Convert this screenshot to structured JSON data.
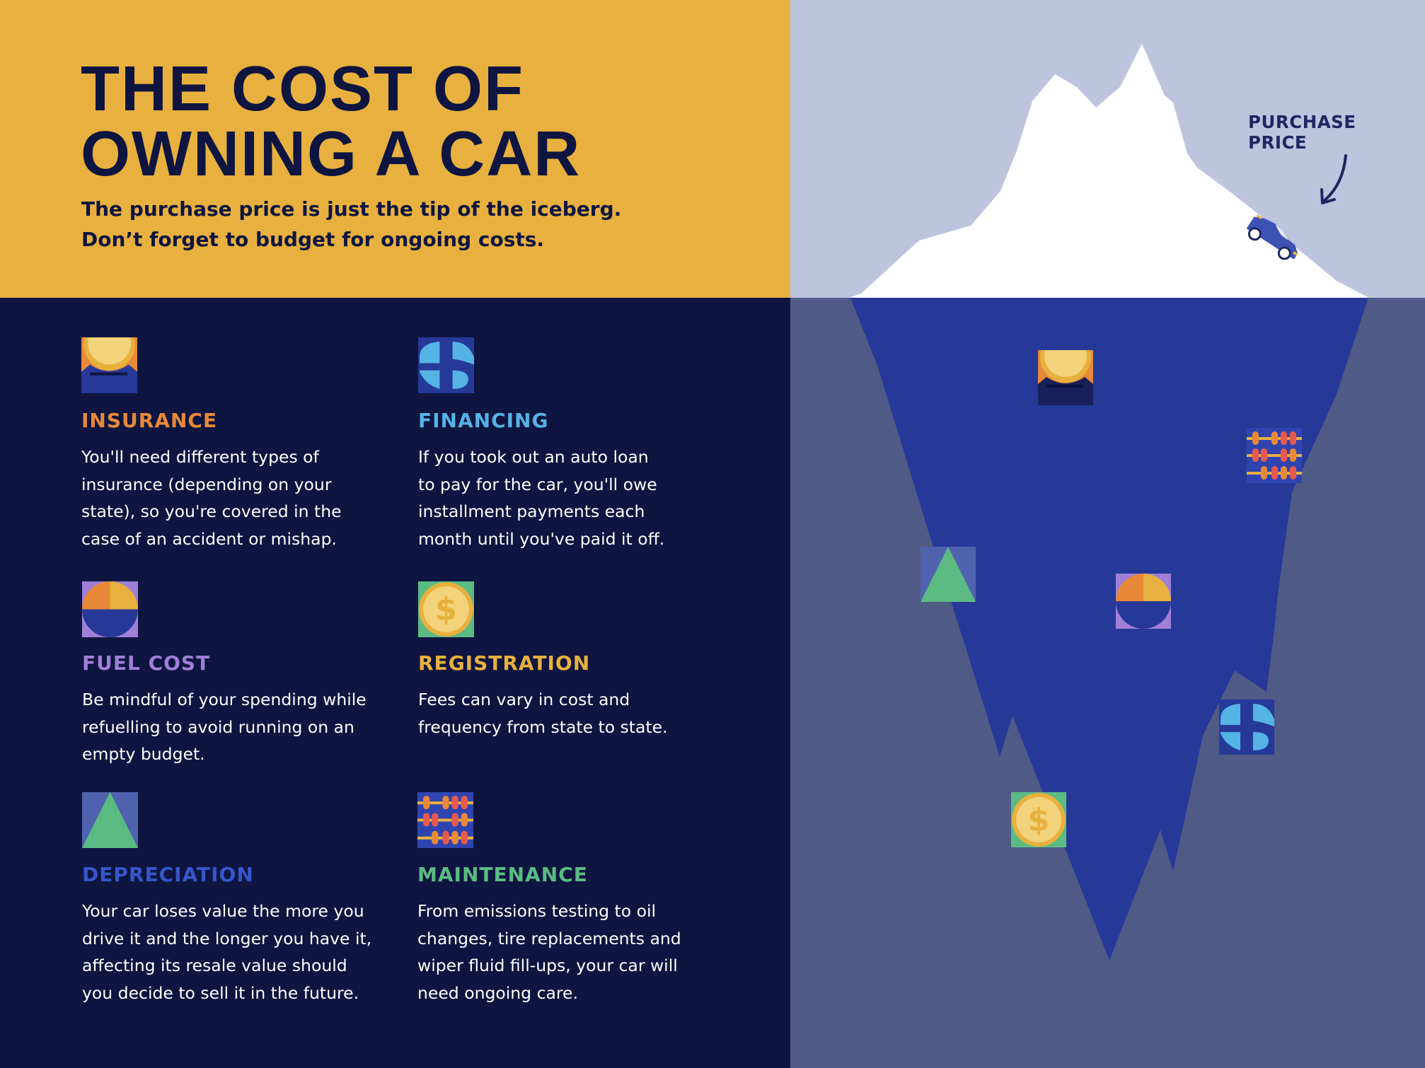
{
  "header": {
    "title_line1": "THE COST OF",
    "title_line2": "OWNING A CAR",
    "subtitle_line1": "The purchase price is just the tip of the iceberg.",
    "subtitle_line2": "Don’t forget to budget for ongoing costs."
  },
  "iceberg": {
    "label_line1": "PURCHASE",
    "label_line2": "PRICE",
    "above_icon": "car-icon",
    "below_icons": [
      "insurance-icon",
      "abacus-icon",
      "triangle-icon",
      "half-circle-icon",
      "dollar-sign-icon",
      "coin-icon"
    ]
  },
  "colors": {
    "header_bg": "#e8b03e",
    "navy": "#0e1540",
    "sky": "#bcc4de",
    "water": "#4f5a86",
    "iceberg_under": "#263998",
    "insurance": "#e8893a",
    "financing": "#55b3e5",
    "fuel": "#a07fd8",
    "registration": "#e8b03e",
    "depreciation": "#3557c9",
    "maintenance": "#5bbb83"
  },
  "cards": [
    {
      "title": "INSURANCE",
      "icon": "insurance-icon",
      "lines": [
        "You'll need different types of",
        "insurance (depending on your",
        "state), so you're covered in the",
        "case of an accident or mishap."
      ]
    },
    {
      "title": "FINANCING",
      "icon": "dollar-sign-icon",
      "lines": [
        "If you took out an auto loan",
        "to pay for the car, you'll owe",
        "installment payments each",
        "month until you've paid it off."
      ]
    },
    {
      "title": "FUEL COST",
      "icon": "half-circle-icon",
      "lines": [
        "Be mindful of your spending while",
        "refuelling to avoid running on an",
        "empty budget."
      ]
    },
    {
      "title": "REGISTRATION",
      "icon": "coin-icon",
      "lines": [
        "Fees can vary in cost and",
        "frequency from state to state."
      ]
    },
    {
      "title": "DEPRECIATION",
      "icon": "triangle-icon",
      "lines": [
        "Your car loses value the more you",
        "drive it and the longer you have it,",
        "affecting its resale value should",
        "you decide to sell it in the future."
      ]
    },
    {
      "title": "MAINTENANCE",
      "icon": "abacus-icon",
      "lines": [
        "From emissions testing to oil",
        "changes, tire replacements and",
        "wiper fluid fill-ups, your car will",
        "need ongoing care."
      ]
    }
  ]
}
